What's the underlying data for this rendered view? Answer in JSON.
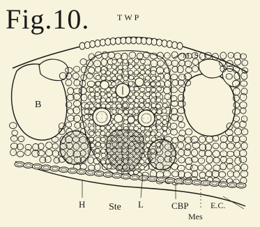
{
  "figure": {
    "title": "Fig.10.",
    "labels": {
      "twp": "TWP",
      "ms": "M.S.",
      "b": "B",
      "h": "H",
      "ste": "Ste",
      "l": "L",
      "cbp": "CBP",
      "ec": "E.C.",
      "mes": "Mes"
    }
  },
  "colors": {
    "paper": "#f7f3dc",
    "ink": "#1a1a1a",
    "stipple": "#555555"
  }
}
